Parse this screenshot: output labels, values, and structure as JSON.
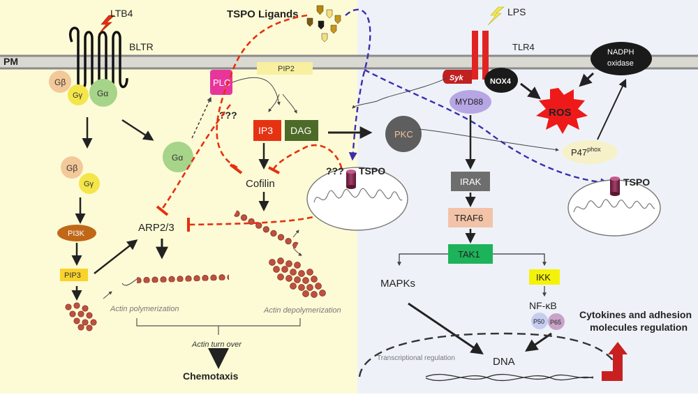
{
  "labels": {
    "ltb4": "LTB4",
    "tspo_ligands": "TSPO Ligands",
    "lps": "LPS",
    "pm": "PM",
    "bltr": "BLTR",
    "tlr4": "TLR4",
    "nadph": "NADPH",
    "oxidase": "oxidase",
    "g_beta": "Gβ",
    "g_gamma": "Gγ",
    "g_alpha": "Gα",
    "g_alpha_free": "Gα",
    "g_beta_2": "Gβ",
    "g_gamma_2": "Gγ",
    "plc": "PLC",
    "pip2": "PIP2",
    "question_1": "???",
    "question_2": "???",
    "ip3": "IP3",
    "dag": "DAG",
    "pkc": "PKC",
    "cofilin": "Cofilin",
    "pi3k": "PI3K",
    "pip3": "PIP3",
    "arp23": "ARP2/3",
    "tspo_1": "TSPO",
    "tspo_2": "TSPO",
    "syk": "Syk",
    "nox4": "NOX4",
    "myd88": "MYD88",
    "ros": "ROS",
    "p47": "P47",
    "p47_sup": "phox",
    "irak": "IRAK",
    "traf6": "TRAF6",
    "tak1": "TAK1",
    "mapks": "MAPKs",
    "ikk": "IKK",
    "nfkb": "NF-κB",
    "p50": "P50",
    "p65": "P65",
    "cytokines_1": "Cytokines and adhesion",
    "cytokines_2": "molecules regulation",
    "actin_poly": "Actin polymerization",
    "actin_depoly": "Actin depolymerization",
    "actin_turnover": "Actin turn over",
    "chemotaxis": "Chemotaxis",
    "transcriptional": "Transcriptional regulation",
    "dna": "DNA"
  },
  "colors": {
    "left_bg": "#fdfbd6",
    "right_bg": "#eef2f8",
    "membrane": "#8a8a8a",
    "red_inhibit": "#e53010",
    "purple_dash": "#3b2db0",
    "plc": "#e8359c",
    "ip3": "#e53212",
    "dag": "#4c6a28",
    "pkc": "#5e5e5e",
    "tak1": "#1db35a",
    "traf6": "#f2c3a8",
    "ikk": "#f5f20a",
    "ros": "#ee1a1a",
    "tlr4": "#e02424",
    "actin_bead": "#c0503e"
  }
}
